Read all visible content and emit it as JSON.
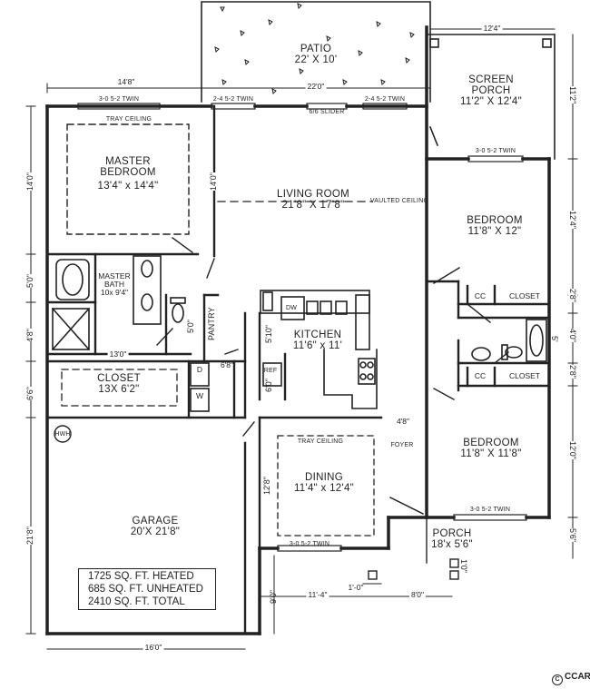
{
  "rooms": {
    "patio": {
      "name": "PATIO",
      "dims": "22' X 10'"
    },
    "screen_porch": {
      "name": "SCREEN PORCH",
      "name_line1": "SCREEN",
      "name_line2": "PORCH",
      "dims": "11'2\" X 12'4\""
    },
    "master_bedroom": {
      "name_line1": "MASTER",
      "name_line2": "BEDROOM",
      "dims": "13'4\" x 14'4\""
    },
    "living_room": {
      "name": "LIVING ROOM",
      "dims": "21'8\" X 17'8\""
    },
    "bedroom_upper": {
      "name": "BEDROOM",
      "dims": "11'8\" X 12\""
    },
    "master_bath": {
      "name_line1": "MASTER",
      "name_line2": "BATH",
      "dims": "10x 9'4\""
    },
    "kitchen": {
      "name": "KITCHEN",
      "dims": "11'6\" x 11'"
    },
    "closet_master": {
      "name": "CLOSET",
      "dims": "13X 6'2\""
    },
    "bedroom_lower": {
      "name": "BEDROOM",
      "dims": "11'8\" X 11'8\""
    },
    "dining": {
      "name": "DINING",
      "dims": "11'4\" x 12'4\""
    },
    "garage": {
      "name": "GARAGE",
      "dims": "20'X 21'8\""
    },
    "porch": {
      "name": "PORCH",
      "dims": "18'x 5'6\""
    }
  },
  "notes": {
    "tray_ceiling_master": "TRAY CEILING",
    "tray_ceiling_dining": "TRAY CEILING",
    "vaulted_ceiling": "VAULTED CEILING",
    "pantry": "PANTRY",
    "foyer": "FOYER",
    "dw": "DW",
    "ref": "REF",
    "dryer": "D",
    "washer": "W",
    "hwh": "HWH",
    "cc_upper": "CC",
    "cc_lower": "CC",
    "closet_upper": "CLOSET",
    "closet_lower": "CLOSET",
    "slider": "6/6 SLIDER"
  },
  "windows": {
    "master_twin": "3-0 5-2 TWIN",
    "living_left_twin": "2-4 5-2 TWIN",
    "living_right_twin": "2-4 5-2 TWIN",
    "bedroom_upper_twin": "3-0 5-2 TWIN",
    "bedroom_lower_twin": "3-0 5-2 TWIN",
    "dining_twin": "3-0 5-2 TWIN"
  },
  "dimensions": {
    "top_left_width": "14'8\"",
    "patio_width": "22'0\"",
    "screen_porch_width": "12'4\"",
    "left_master": "14'0\"",
    "left_bath": "5'0\"",
    "left_shower": "4'8\"",
    "left_closet": "6'6\"",
    "left_garage": "21'8\"",
    "master_inner": "14'0\"",
    "closet_width": "13'0\"",
    "bath_inner": "5'0\"",
    "pantry_gap": "6'8\"",
    "kitchen_left": "5'10\"",
    "ref_side": "6'0\"",
    "dining_left": "12'8\"",
    "foyer_width": "4'8\"",
    "right_screen_porch": "11'2\"",
    "right_bedroom_upper": "12'4\"",
    "right_closet_upper": "2'8\"",
    "right_bath": "4'0\"",
    "right_bath_small": "5'",
    "right_closet_lower": "2'8\"",
    "right_bedroom_lower": "12'0\"",
    "right_porch": "5'6\"",
    "porch_small": "1'0\"",
    "bottom_garage": "16'0\"",
    "bottom_dining": "11'-4\"",
    "bottom_small": "1'-0\"",
    "bottom_porch": "8'0\"",
    "bottom_left_small": "9'0\""
  },
  "square_footage": {
    "heated": "1725 SQ. FT.  HEATED",
    "unheated": "685 SQ. FT.  UNHEATED",
    "total": "2410 SQ. FT.  TOTAL"
  },
  "logo": {
    "symbol": "C",
    "text": "CCAR"
  }
}
